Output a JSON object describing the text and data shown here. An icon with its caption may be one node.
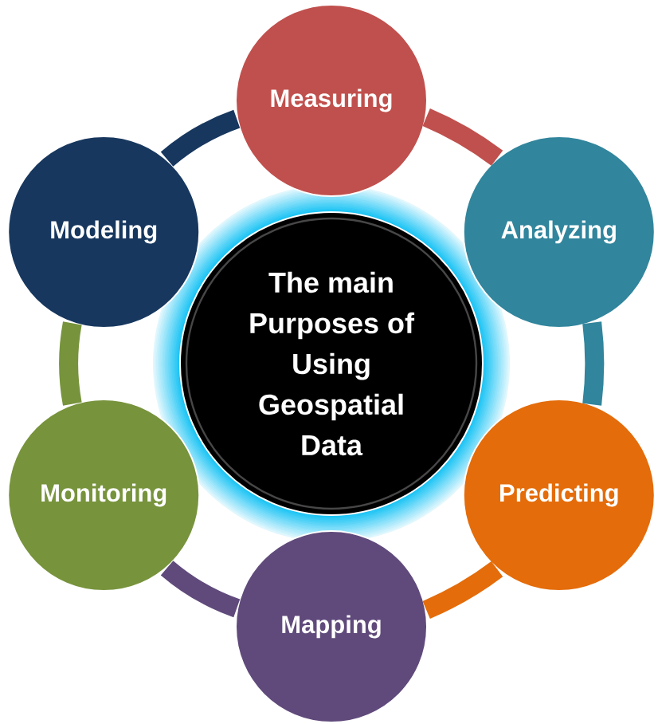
{
  "diagram": {
    "nodes": [
      {
        "text": [
          "The main Purposes of Using Geospatial Data"
        ]
      },
      {
        "text": [
          "Measuring"
        ]
      },
      {
        "text": [
          "Analyzing"
        ]
      },
      {
        "text": [
          "Predicting"
        ]
      },
      {
        "text": [
          "Mapping"
        ]
      },
      {
        "text": [
          "Monitoring"
        ]
      },
      {
        "text": [
          "Modeling"
        ]
      }
    ],
    "edges": [
      {
        "from": 1,
        "to": 2,
        "arrow": "none",
        "color": "#c0504d"
      },
      {
        "from": 2,
        "to": 3,
        "arrow": "none",
        "color": "#31859c"
      },
      {
        "from": 3,
        "to": 4,
        "arrow": "none",
        "color": "#e46c0a"
      },
      {
        "from": 4,
        "to": 5,
        "arrow": "none",
        "color": "#604a7b"
      },
      {
        "from": 5,
        "to": 6,
        "arrow": "none",
        "color": "#77933c"
      },
      {
        "from": 6,
        "to": 1,
        "arrow": "none",
        "color": "#17375e"
      }
    ]
  }
}
